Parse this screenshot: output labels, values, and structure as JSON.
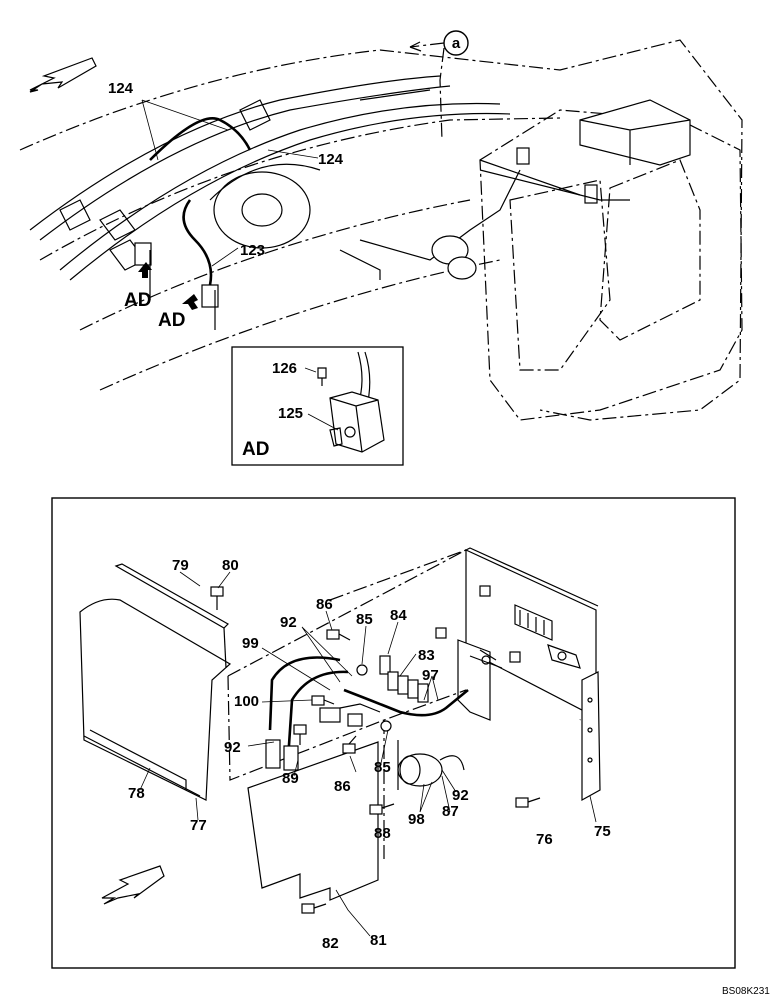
{
  "top_view": {
    "callout_a": "a",
    "labels": {
      "hose_124_a": "124",
      "hose_124_b": "124",
      "harness_123": "123",
      "view_ad_left": "AD",
      "view_ad_right": "AD"
    }
  },
  "detail_ad": {
    "title": "AD",
    "bolt_126": "126",
    "clamp_125": "125"
  },
  "box_assembly": {
    "labels": {
      "p79": "79",
      "p80": "80",
      "p86a": "86",
      "p85a": "85",
      "p84": "84",
      "p92a": "92",
      "p99": "99",
      "p83": "83",
      "p97": "97",
      "p100": "100",
      "p92b": "92",
      "p89": "89",
      "p86b": "86",
      "p85b": "85",
      "p92c": "92",
      "p78": "78",
      "p77": "77",
      "p98": "98",
      "p87": "87",
      "p88": "88",
      "p76": "76",
      "p75": "75",
      "p82": "82",
      "p81": "81"
    }
  },
  "drawing_code": "BS08K231"
}
